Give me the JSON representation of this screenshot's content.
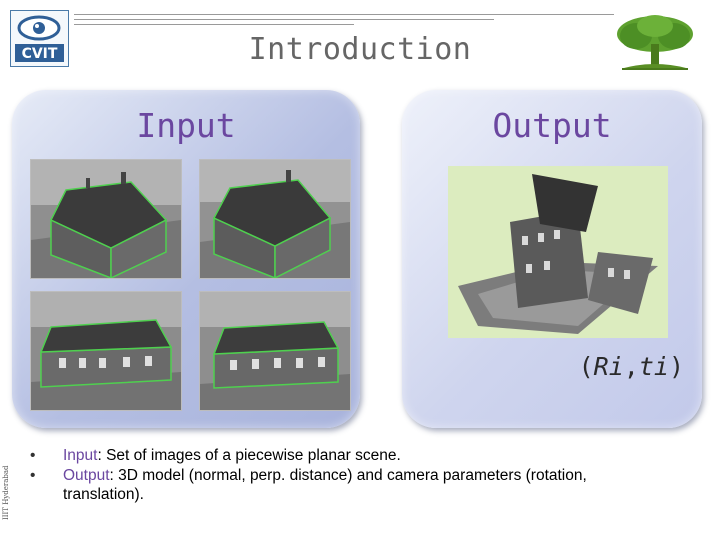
{
  "header": {
    "title": "Introduction",
    "logo_text": "CVIT",
    "side_text": "IIIT Hyderabad"
  },
  "panels": {
    "input_label": "Input",
    "output_label": "Output",
    "output_params": {
      "open": "(",
      "R": "Ri",
      "sep": ",",
      "t": "ti",
      "close": ")"
    }
  },
  "bullets": [
    {
      "keyword": "Input",
      "text": ": Set of images of a piecewise planar scene."
    },
    {
      "keyword": "Output",
      "text": ": 3D model (normal, perp. distance) and camera parameters (rotation, translation)."
    }
  ],
  "colors": {
    "accent": "#6b47a0",
    "panel": "#b4bee2",
    "green_outline": "#4fd04f"
  },
  "icons": {
    "logo": "cvit-eye-logo",
    "tree": "tree-logo"
  }
}
